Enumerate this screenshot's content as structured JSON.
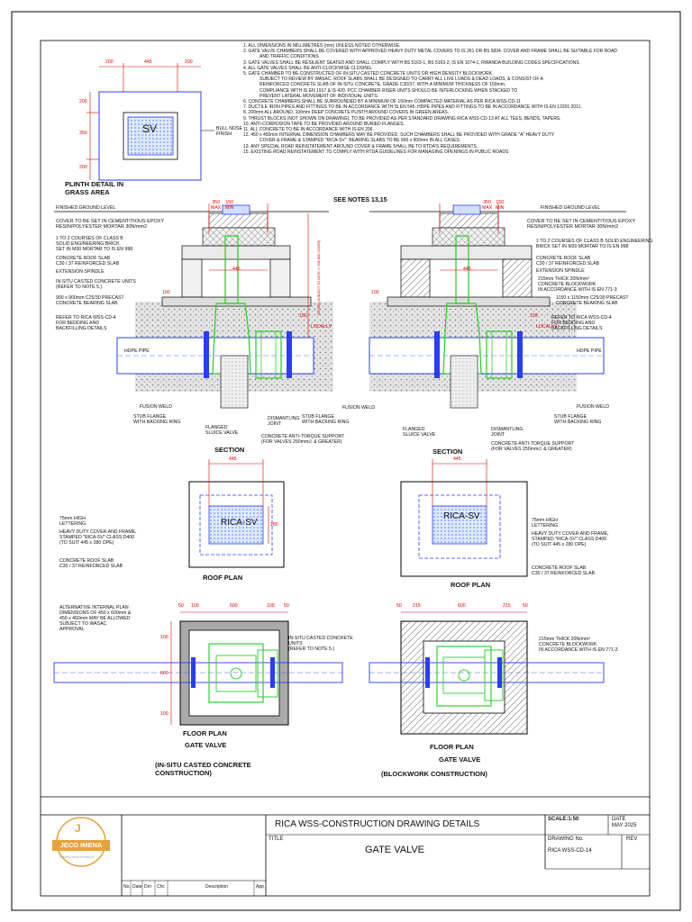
{
  "notes": [
    "1. ALL DIMENSIONS IN MILLIMETRES (mm) UNLESS NOTED OTHERWISE.",
    "2. GATE VALVE CHAMBERS SHALL BE COVERED WITH APPROVED HEAVY DUTY METAL COVERS TO IS 261 OR BS 5834. COVER AND FRAME SHALL BE SUITABLE FOR ROAD",
    "AND TRAFFIC CONDITIONS",
    "3. GATE VALVES SHALL BE RESILIENT SEATED AND SHALL COMPLY WITH BS 5163-1, BS 5163-2, IS EN 1074-1, RWANDA BUILDING CODES SPECIFICATIONS.",
    "4. ALL GATE VALVES SHALL BE ANTI-CLOCKWISE CLOSING.",
    "5. GATE CHAMBER TO BE CONSTRUCTED OF IN-SITU CASTED CONCRETE UNITS OR HIGH DENSITY BLOCKWORK.",
    "SUBJECT TO REVIEW BY WASAC. ROOF SLABS SHALL BE DESIGNED TO CARRY ALL LIVE LOADS & DEAD LOADS, & CONSIST OF A",
    "REINFORCED CONCRETE SLAB OF IN-SITU CONCRETE, GRADE C30/37, WITH A MINIMUM THICKNESS OF 150mm.",
    "COMPLIANCE WITH IS EN 1917 & IS 420. PCC CHAMBER RISER UNITS SHOULD BE INTERLOCKING WHEN STACKED TO",
    "PREVENT LATERAL MOVEMENT OF INDIVIDUAL UNITS.",
    "6. CONCRETE CHAMBERS SHALL BE SURROUNDED BY A MINIMUM OF 150mm COMPACTED MATERIAL AS PER RICA WSS-CD-11",
    "7. DUCTILE IRON PIPES AND FITTINGS TO BE IN ACCORDANCE WITH IS EN 545. HDPE PIPES AND FITTINGS TO BE IN ACCORDANCE WITH IS EN 12201:2011.",
    "8. 200mm ALL AROUND, 100mm DEEP CONCRETE PLINTH AROUND COVERS IN GREEN AREAS.",
    "9. THRUST BLOCKS (NOT SHOWN ON DRAWING), TO BE PROVIDED AS PER STANDARD DRAWING RICA WSS-CD-13 AT ALL TEES, BENDS, TAPERS.",
    "10. ANTI-CORROSION TAPE TO BE PROVIDED AROUND BURIED FLANGES.",
    "11. ALL CONCRETE TO BE IN ACCORDANCE WITH IS EN 206.",
    "12. 450 x 450mm INTERNAL DIMENSION CHAMBERS MAY BE PROVIDED. SUCH CHAMBERS SHALL BE PROVIDED WITH GRADE \"A\" HEAVY DUTY",
    "COVER & FRAME & STAMPED \"RICA-SV\". BEARING SLABS TO BE 900 x 900mm IN ALL CASES.",
    "13. ANY SPECIAL ROAD REINSTATEMENT AROUND COVER & FRAME SHALL BE TO RTDA'S REQUIREMENTS.",
    "15. EXISTING ROAD REINSTATEMENT TO COMPLY WITH RTDA GUIDELINES FOR MANAGING OPENINGS IN PUBLIC ROADS"
  ],
  "plinth": {
    "title": "PLINTH DETAIL IN\nGRASS AREA",
    "sv": "SV",
    "dim_top": [
      "200",
      "445",
      "200"
    ],
    "dim_side": [
      "200",
      "350",
      "200"
    ],
    "bullnose": "BULL NOSE\nFINISH"
  },
  "section": {
    "see_notes": "SEE NOTES 13,15",
    "fgl": "FINISHED GROUND LEVEL",
    "title": "SECTION",
    "left_labels": [
      "COVER TO BE SET IN CEMENTITIOUS EPOXY\nRESIN/POLYESTER MORTAR 30N/mm2",
      "1 TO 2 COURSES OF CLASS B\nSOLID ENGINEERING BRICK\nSET IN M30 MORTAR TO IS EN 998",
      "CONCRETE ROOF SLAB\nC30 / 37 REINFORCED SLAB",
      "EXTENSION SPINDLE",
      "IN-SITU CASTED CONCRETE UNITS\n(REFER TO NOTE 5.)",
      "900 x 900mm C25/30 PRECAST\nCONCRETE BEARING SLAB",
      "REFER TO RICA WSS-CD-4\nFOR BEDDING AND\nBACKFILLING DETAILS"
    ],
    "right_labels": [
      "COVER TO BE SET IN CEMENTITIOUS EPOXY\nRESIN/POLYESTER MORTAR 30N/mm2",
      "1 TO 2 COURSES OF CLASS B SOLID ENGINEERING\nBRICK SET IN M30 MORTAR TO IS EN 998",
      "CONCRETE ROOF SLAB\nC30 / 37 REINFORCED SLAB",
      "EXTENSION SPINDLE",
      "215mm THICK 20N/mm²\nCONCRETE BLOCKWORK\nIN ACCORDANCE WITH IS EN 771-3",
      "1150 x 1150mm C25/30 PRECAST\nCONCRETE BEARING SLAB",
      "REFER TO RICA WSS-CD-4\nFOR BEDDING AND\nBACKFILLING DETAILS"
    ],
    "hdpe": "HDPE PIPE",
    "fusion_weld": "FUSION WELD",
    "stub_flange": "STUB FLANGE\nWITH BACKING RING",
    "flanged_valve": "FLANGED\nSLUICE VALVE",
    "dismantling": "DISMANTLING\nJOINT",
    "anti_torque": "CONCRETE ANTI-TORQUE SUPPORT\n(FOR VALVES 250mm∅ & GREATER)",
    "dim_445": "445",
    "dim_350max": "350\nMAX",
    "dim_150min": "150\nMIN",
    "dim_100": "100",
    "dim_150": "150",
    "dim_locally": "LOCALLY",
    "dim_depth": "900 MIN (SUBJECT TO NOTE 4 / 900 MIN COVER)"
  },
  "roofplan": {
    "title": "ROOF PLAN",
    "cover_text": "RICA-SV",
    "dim_445": "445",
    "dim_280": "280",
    "lettering": "75mm HIGH\nLETTERING",
    "cover_frame": "HEAVY DUTY COVER AND FRAME,\nSTAMPED \"RICA-SV\" CLASS D400\n(TO SUIT 445 x 280 OPE)",
    "roof_slab": "CONCRETE ROOF SLAB\nC30 / 37 REINFORCED SLAB"
  },
  "floorplan": {
    "title": "FLOOR PLAN",
    "sub": "GATE VALVE",
    "left_caption": "(IN-SITU CASTED CONCRETE\nCONSTRUCTION)",
    "right_caption": "(BLOCKWORK CONSTRUCTION)",
    "alt_note": "ALTERNATIVE INTERNAL PLAN\nDIMENSIONS OF 450 x 600mm &\n450 x 450mm MAY BE ALLOWED\nSUBJECT TO WASAC\nAPPROVAL",
    "insitu": "IN-SITU CASTED CONCRETE\nUNITS\n(REFER TO NOTE 5.)",
    "blockwork": "215mm THICK 20N/mm²\nCONCRETE BLOCKWORK\nIN ACCORDANCE WITH IS EN 771-3",
    "dims_left": [
      "50",
      "100",
      "600",
      "100",
      "50"
    ],
    "dims_right": [
      "50",
      "215",
      "600",
      "215",
      "50"
    ],
    "dim_side": [
      "100",
      "600",
      "100"
    ]
  },
  "titleblock": {
    "logo_letter": "J",
    "logo_name": "JECO IMENA",
    "logo_tag": "building ideas excellence",
    "project": "RICA WSS-CONSTRUCTION DRAWING DETAILS",
    "title_label": "TITLE",
    "title": "GATE VALVE",
    "scale": "SCALE:1:50",
    "date_label": "DATE",
    "date": "MAY 2025",
    "drawing_label": "DRAWING No.",
    "drawing_no": "RICA WSS-CD-14",
    "rev_label": "REV",
    "rev_cols": [
      "No.",
      "Date",
      "Drn",
      "Chc",
      "Description",
      "App"
    ]
  }
}
